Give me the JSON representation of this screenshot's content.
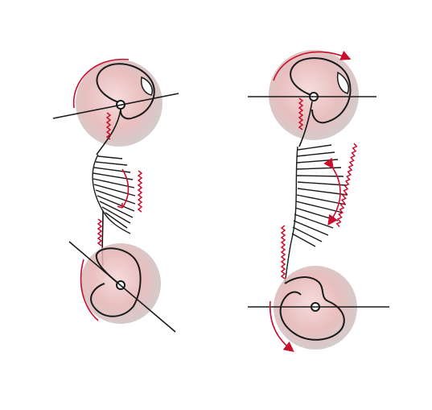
{
  "colors": {
    "ink": "#1a1a1a",
    "accent_red": "#c8102e",
    "disc_pink": "#e8b4b4",
    "disc_gray": "#bdbdbd",
    "background": "#ffffff"
  },
  "mechanisms": [
    {
      "id": "left",
      "state": "tilted",
      "top_rotation": "clockwise",
      "bottom_rotation": "counterclockwise"
    },
    {
      "id": "right",
      "state": "level",
      "top_rotation": "clockwise",
      "bottom_rotation": "counterclockwise"
    }
  ]
}
